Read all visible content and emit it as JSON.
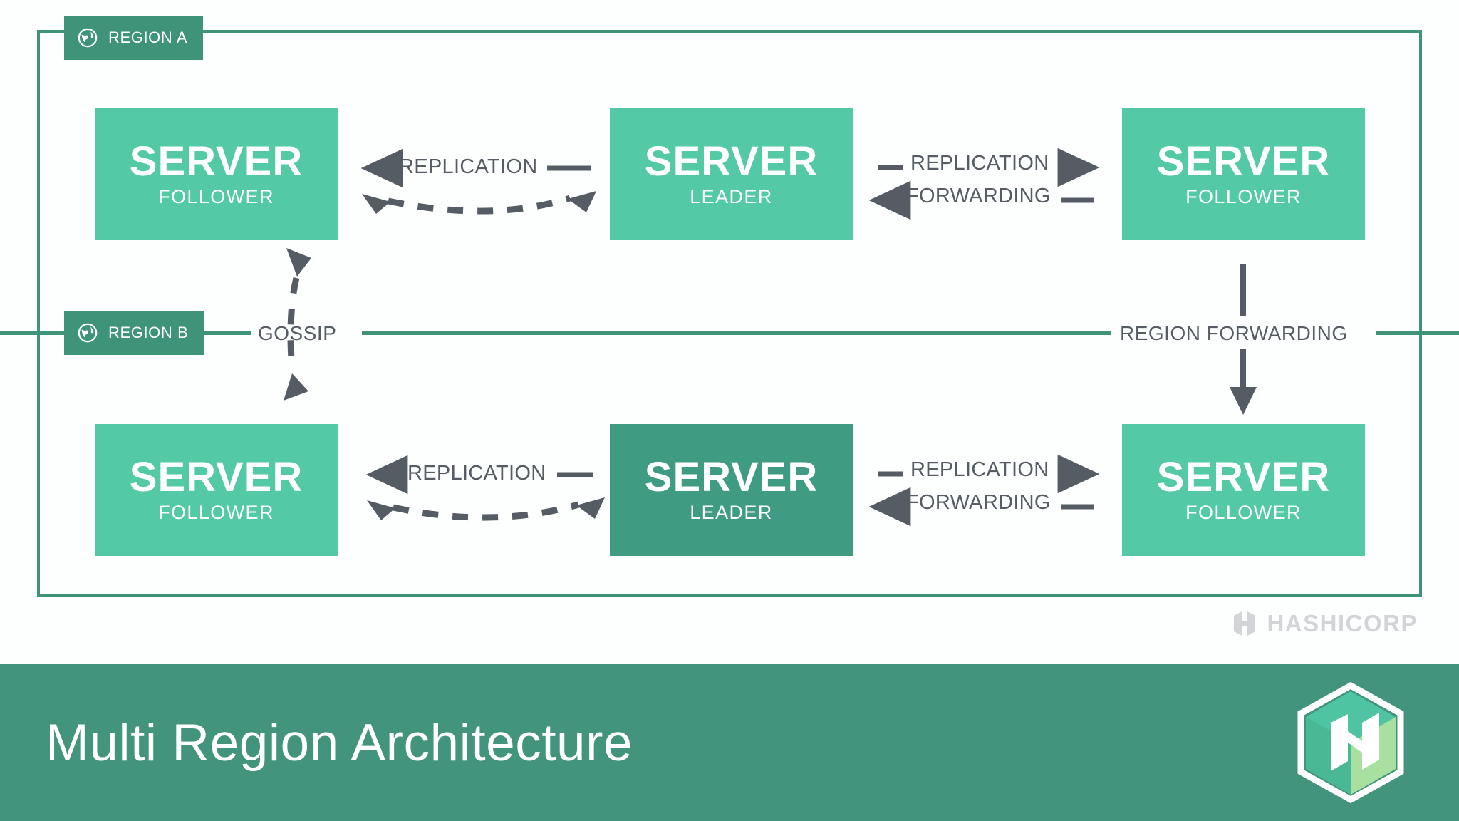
{
  "footer": {
    "title": "Multi Region Architecture",
    "background_color": "#43947c",
    "logo_name": "nomad-logo"
  },
  "branding": {
    "wordmark": "HASHICORP",
    "wordmark_color": "#d2d5d7"
  },
  "colors": {
    "frame_green": "#3f9379",
    "follower_green": "#53c9a6",
    "leader_dark_green": "#3f9c83",
    "arrow_gray": "#555c63",
    "canvas": "#fdfefe"
  },
  "regions": [
    {
      "id": "region-a",
      "label": "REGION A",
      "icon": "globe-icon"
    },
    {
      "id": "region-b",
      "label": "REGION B",
      "icon": "globe-icon"
    }
  ],
  "dividers": {
    "gossip_label": "GOSSIP",
    "region_forwarding_label": "REGION FORWARDING"
  },
  "servers": [
    {
      "id": "a-left",
      "title": "SERVER",
      "role": "FOLLOWER",
      "region": "REGION A",
      "variant": "follower"
    },
    {
      "id": "a-center",
      "title": "SERVER",
      "role": "LEADER",
      "region": "REGION A",
      "variant": "leader-light"
    },
    {
      "id": "a-right",
      "title": "SERVER",
      "role": "FOLLOWER",
      "region": "REGION A",
      "variant": "follower"
    },
    {
      "id": "b-left",
      "title": "SERVER",
      "role": "FOLLOWER",
      "region": "REGION B",
      "variant": "follower"
    },
    {
      "id": "b-center",
      "title": "SERVER",
      "role": "LEADER",
      "region": "REGION B",
      "variant": "leader-dark"
    },
    {
      "id": "b-right",
      "title": "SERVER",
      "role": "FOLLOWER",
      "region": "REGION B",
      "variant": "follower"
    }
  ],
  "connections": {
    "a_replication_left": "REPLICATION",
    "a_replication_right": "REPLICATION",
    "a_forwarding_right": "FORWARDING",
    "b_replication_left": "REPLICATION",
    "b_replication_right": "REPLICATION",
    "b_forwarding_right": "FORWARDING"
  }
}
